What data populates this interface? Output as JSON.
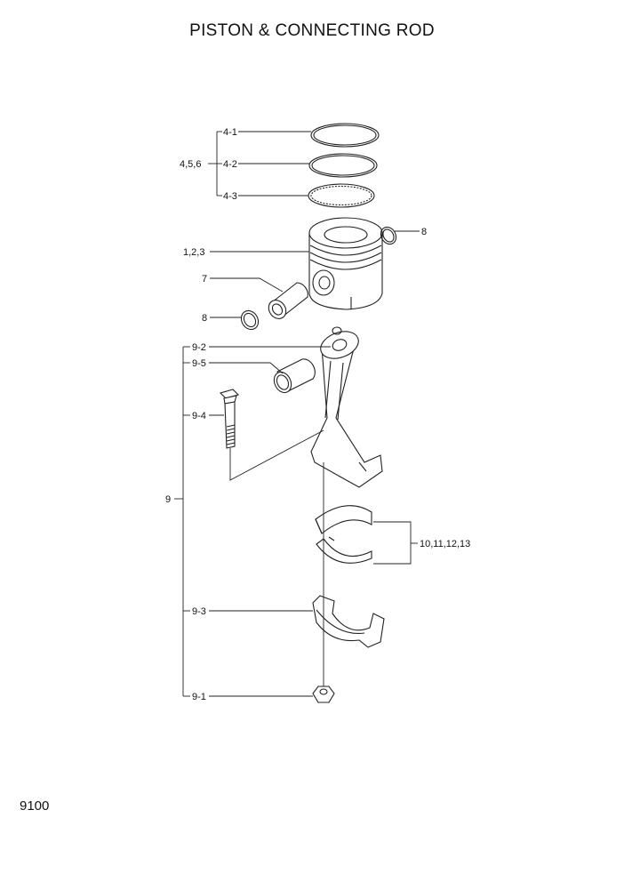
{
  "title": "PISTON & CONNECTING ROD",
  "page_number": "9100",
  "labels": {
    "l4_1": "4-1",
    "l4_2": "4-2",
    "l4_3": "4-3",
    "l456": "4,5,6",
    "l8a": "8",
    "l123": "1,2,3",
    "l7": "7",
    "l8b": "8",
    "l9_2": "9-2",
    "l9_5": "9-5",
    "l9_4": "9-4",
    "l9": "9",
    "l10_13": "10,11,12,13",
    "l9_3": "9-3",
    "l9_1": "9-1"
  }
}
